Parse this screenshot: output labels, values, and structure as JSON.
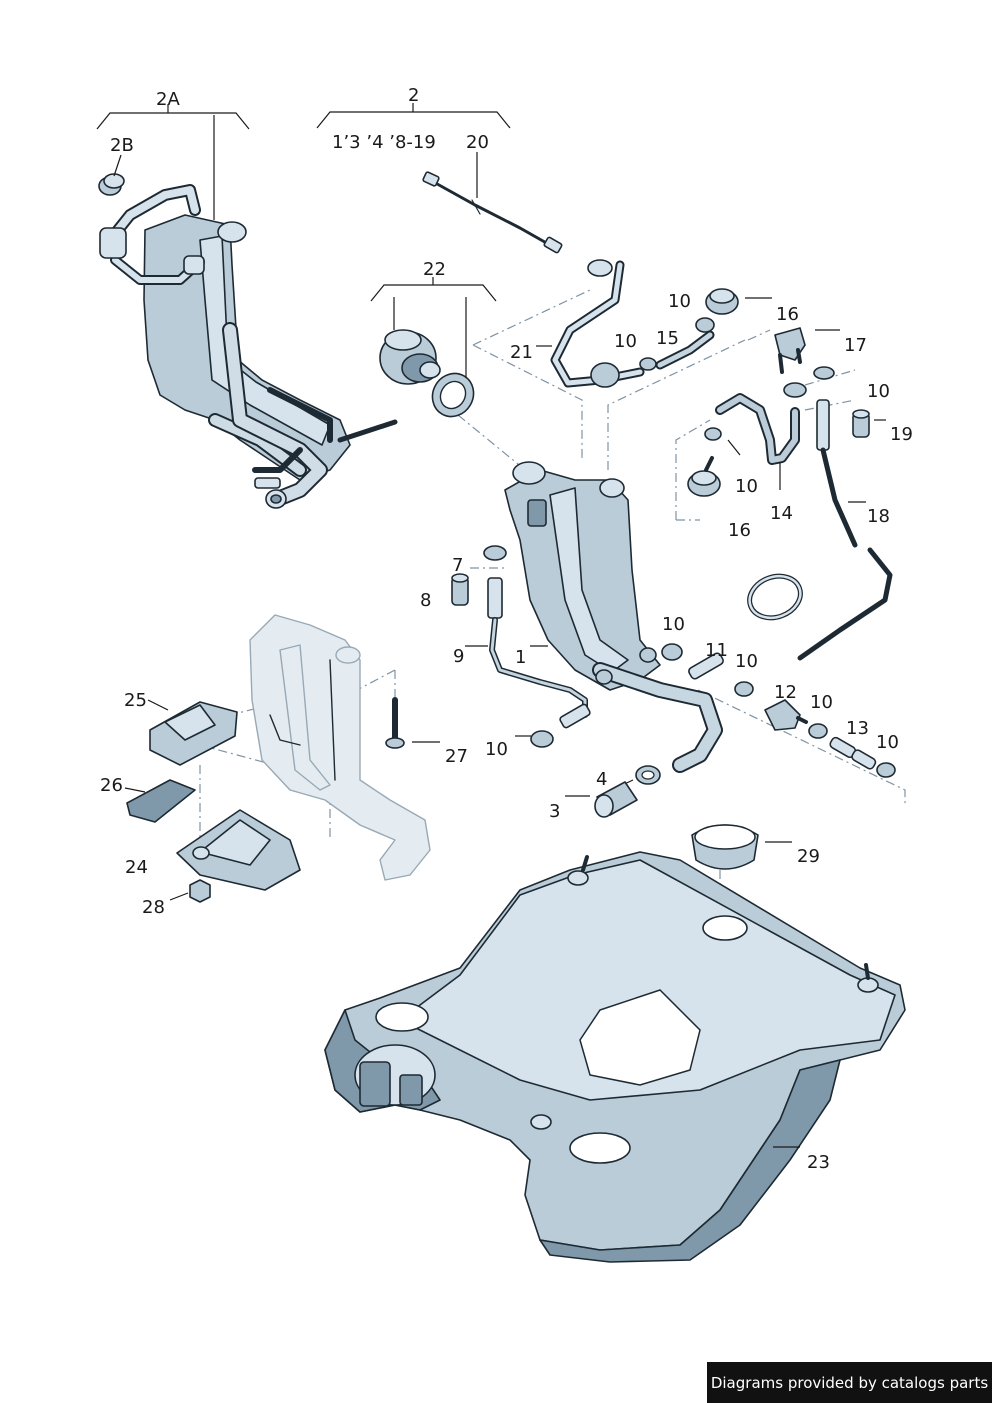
{
  "credit": "Diagrams provided by catalogs parts",
  "labels": {
    "l_2A": "2A",
    "l_2B": "2B",
    "l_2": "2",
    "l_2sub": "1’3 ’4 ’8-19",
    "l_20": "20",
    "l_22": "22",
    "l_21": "21",
    "l_10a": "10",
    "l_16a": "16",
    "l_17": "17",
    "l_10b": "10",
    "l_15": "15",
    "l_10c": "10",
    "l_19": "19",
    "l_10d": "10",
    "l_14": "14",
    "l_16b": "16",
    "l_18": "18",
    "l_7": "7",
    "l_8": "8",
    "l_9": "9",
    "l_1": "1",
    "l_10e": "10",
    "l_11": "11",
    "l_10f": "10",
    "l_12": "12",
    "l_10g": "10",
    "l_13": "13",
    "l_10h": "10",
    "l_10i": "10",
    "l_4": "4",
    "l_3": "3",
    "l_25": "25",
    "l_26": "26",
    "l_27": "27",
    "l_24": "24",
    "l_28": "28",
    "l_29": "29",
    "l_23": "23"
  }
}
